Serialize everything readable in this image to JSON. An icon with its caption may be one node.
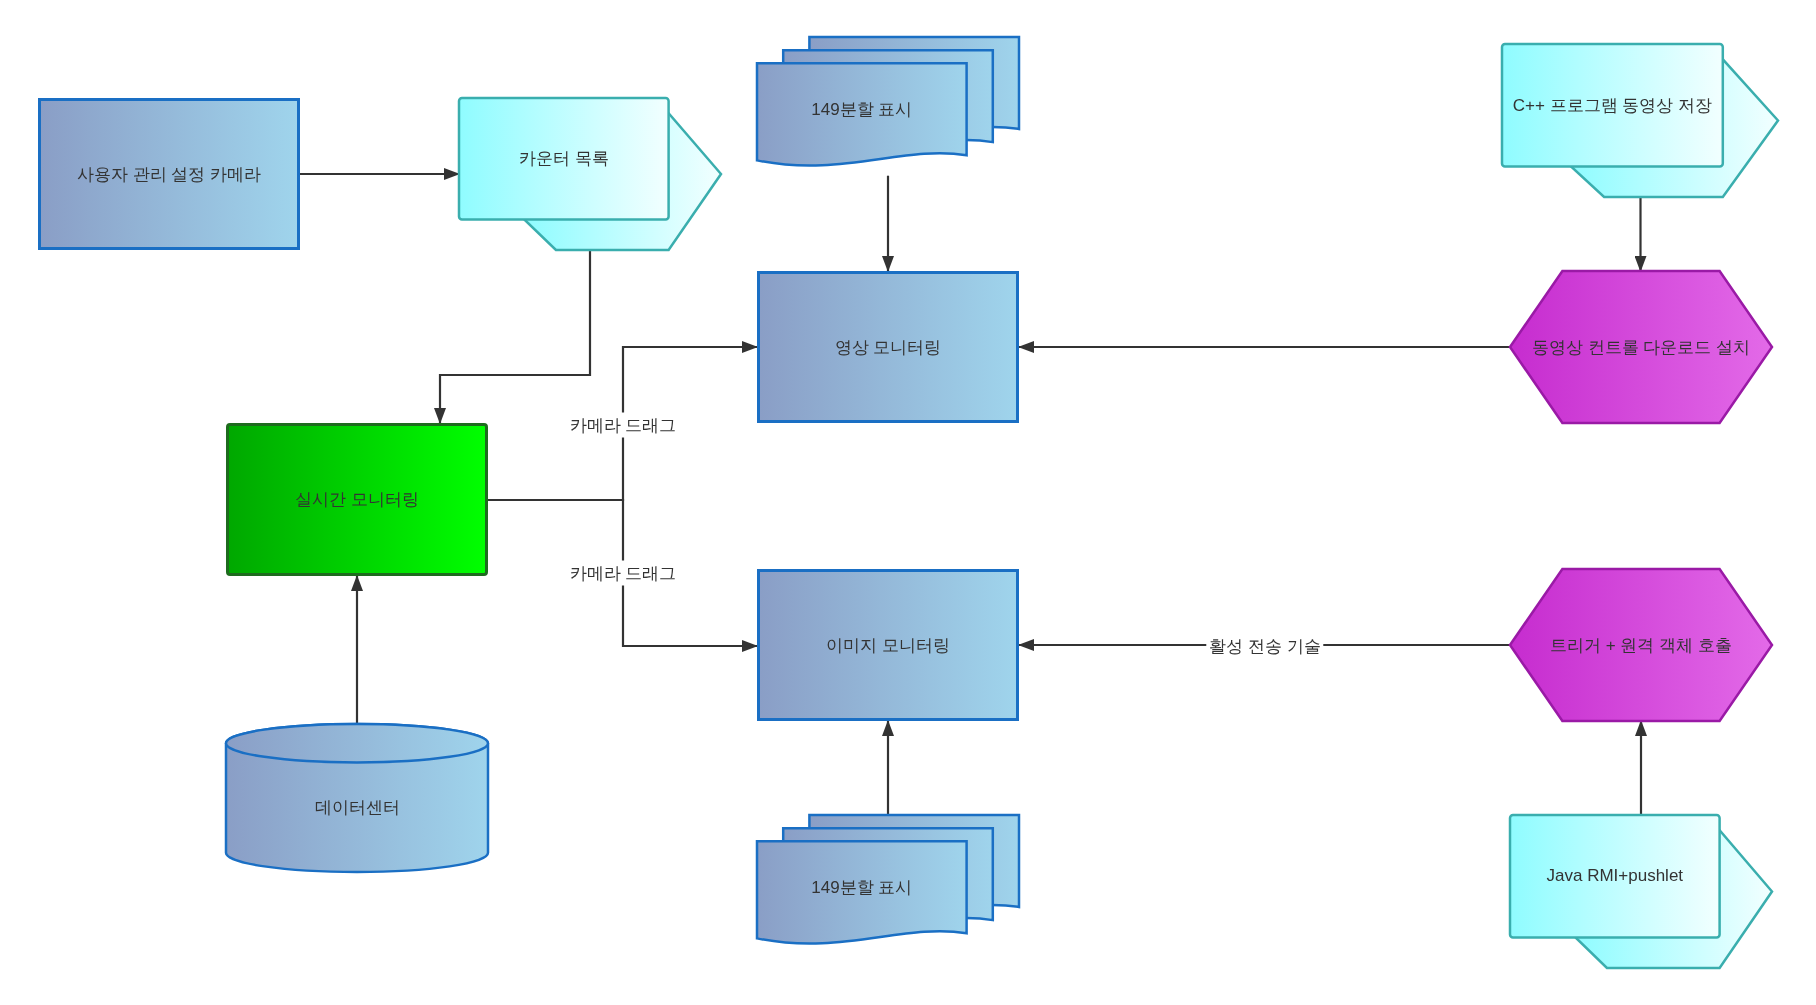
{
  "diagram": {
    "nodes": [
      {
        "text": [
          "사용자 관리 설정 카메라"
        ]
      },
      {
        "text": [
          "카운터 목록"
        ]
      },
      {
        "text": [
          "149분할 표시"
        ]
      },
      {
        "text": [
          "C++ 프로그램 동영상 저장"
        ]
      },
      {
        "text": [
          "영상 모니터링"
        ]
      },
      {
        "text": [
          "동영상 컨트롤 다운로드 설치"
        ]
      },
      {
        "text": [
          "실시간 모니터링"
        ]
      },
      {
        "text": [
          "이미지 모니터링"
        ]
      },
      {
        "text": [
          "트리거 + 원격 객체 호출"
        ]
      },
      {
        "text": [
          "데이터센터"
        ]
      },
      {
        "text": [
          "149분할 표시"
        ]
      },
      {
        "text": [
          "Java RMI+pushlet"
        ]
      }
    ],
    "edges": [
      {
        "from": 0,
        "to": 1,
        "arrow": "to"
      },
      {
        "from": 1,
        "to": 6,
        "arrow": "to"
      },
      {
        "from": 2,
        "to": 4,
        "arrow": "to"
      },
      {
        "from": 3,
        "to": 5,
        "arrow": "to"
      },
      {
        "from": 5,
        "to": 4,
        "arrow": "to"
      },
      {
        "from": 6,
        "to": 4,
        "arrow": "to",
        "label": "카메라 드래그"
      },
      {
        "from": 6,
        "to": 7,
        "arrow": "to",
        "label": "카메라 드래그"
      },
      {
        "from": 8,
        "to": 7,
        "arrow": "to",
        "label": "활성 전송 기술"
      },
      {
        "from": 9,
        "to": 6,
        "arrow": "to"
      },
      {
        "from": 10,
        "to": 7,
        "arrow": "to"
      },
      {
        "from": 11,
        "to": 8,
        "arrow": "to"
      }
    ]
  }
}
